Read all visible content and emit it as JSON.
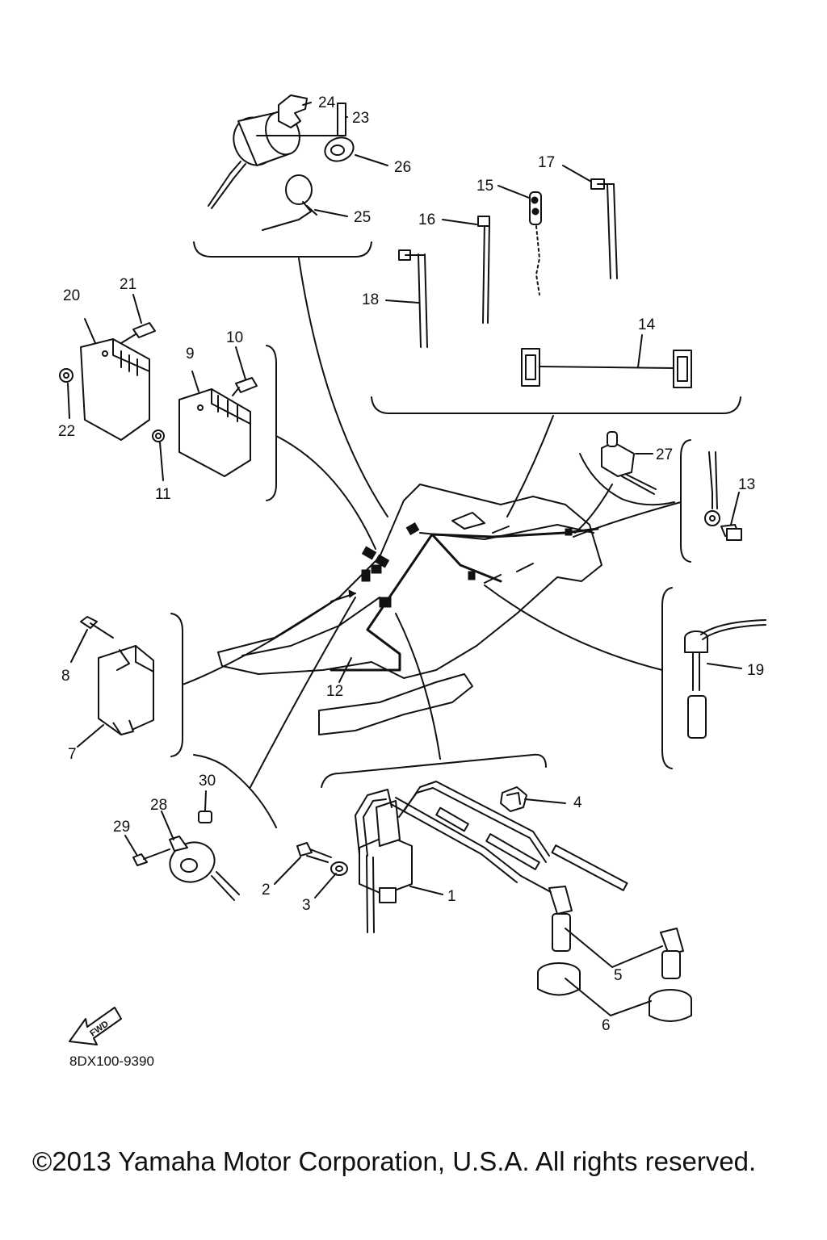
{
  "diagram": {
    "part_numbers": [
      "1",
      "2",
      "3",
      "4",
      "5",
      "6",
      "7",
      "8",
      "9",
      "10",
      "11",
      "12",
      "13",
      "14",
      "15",
      "16",
      "17",
      "18",
      "19",
      "20",
      "21",
      "22",
      "23",
      "24",
      "25",
      "26",
      "27",
      "28",
      "29",
      "30"
    ],
    "direction_badge": "FWD",
    "drawing_code": "8DX100-9390",
    "copyright": "©2013 Yamaha Motor Corporation, U.S.A. All rights reserved."
  }
}
